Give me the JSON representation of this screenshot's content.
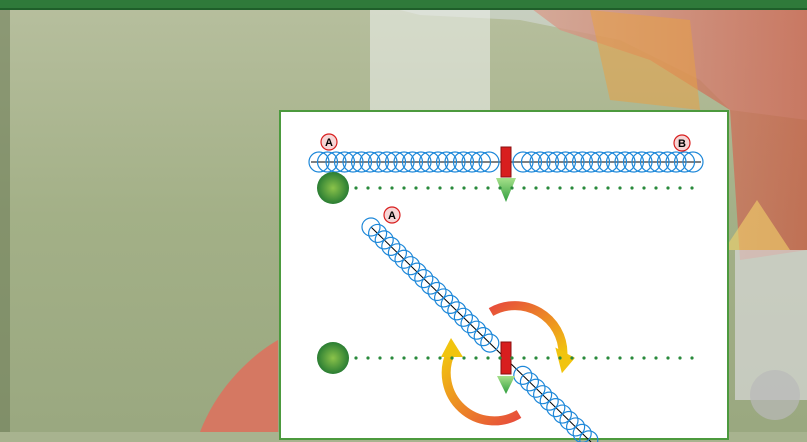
{
  "colors": {
    "accent_green": "#4c9a3e",
    "strip_green": "#2f7a3a",
    "ring_blue": "#1e88d9",
    "vehicle_red": "#d81e1e",
    "arrow_green": "#3cb043",
    "guide_dot_green": "#2a8a3c",
    "arrow_gradient": [
      "#f1c40f",
      "#e74c3c"
    ]
  },
  "diagram": {
    "point_a_label": "A",
    "point_b_label": "B",
    "point_a2_label": "A",
    "icons": [
      "circle-rings-path",
      "vehicle-marker",
      "direction-arrow",
      "rotation-arrows",
      "grass-target"
    ]
  }
}
